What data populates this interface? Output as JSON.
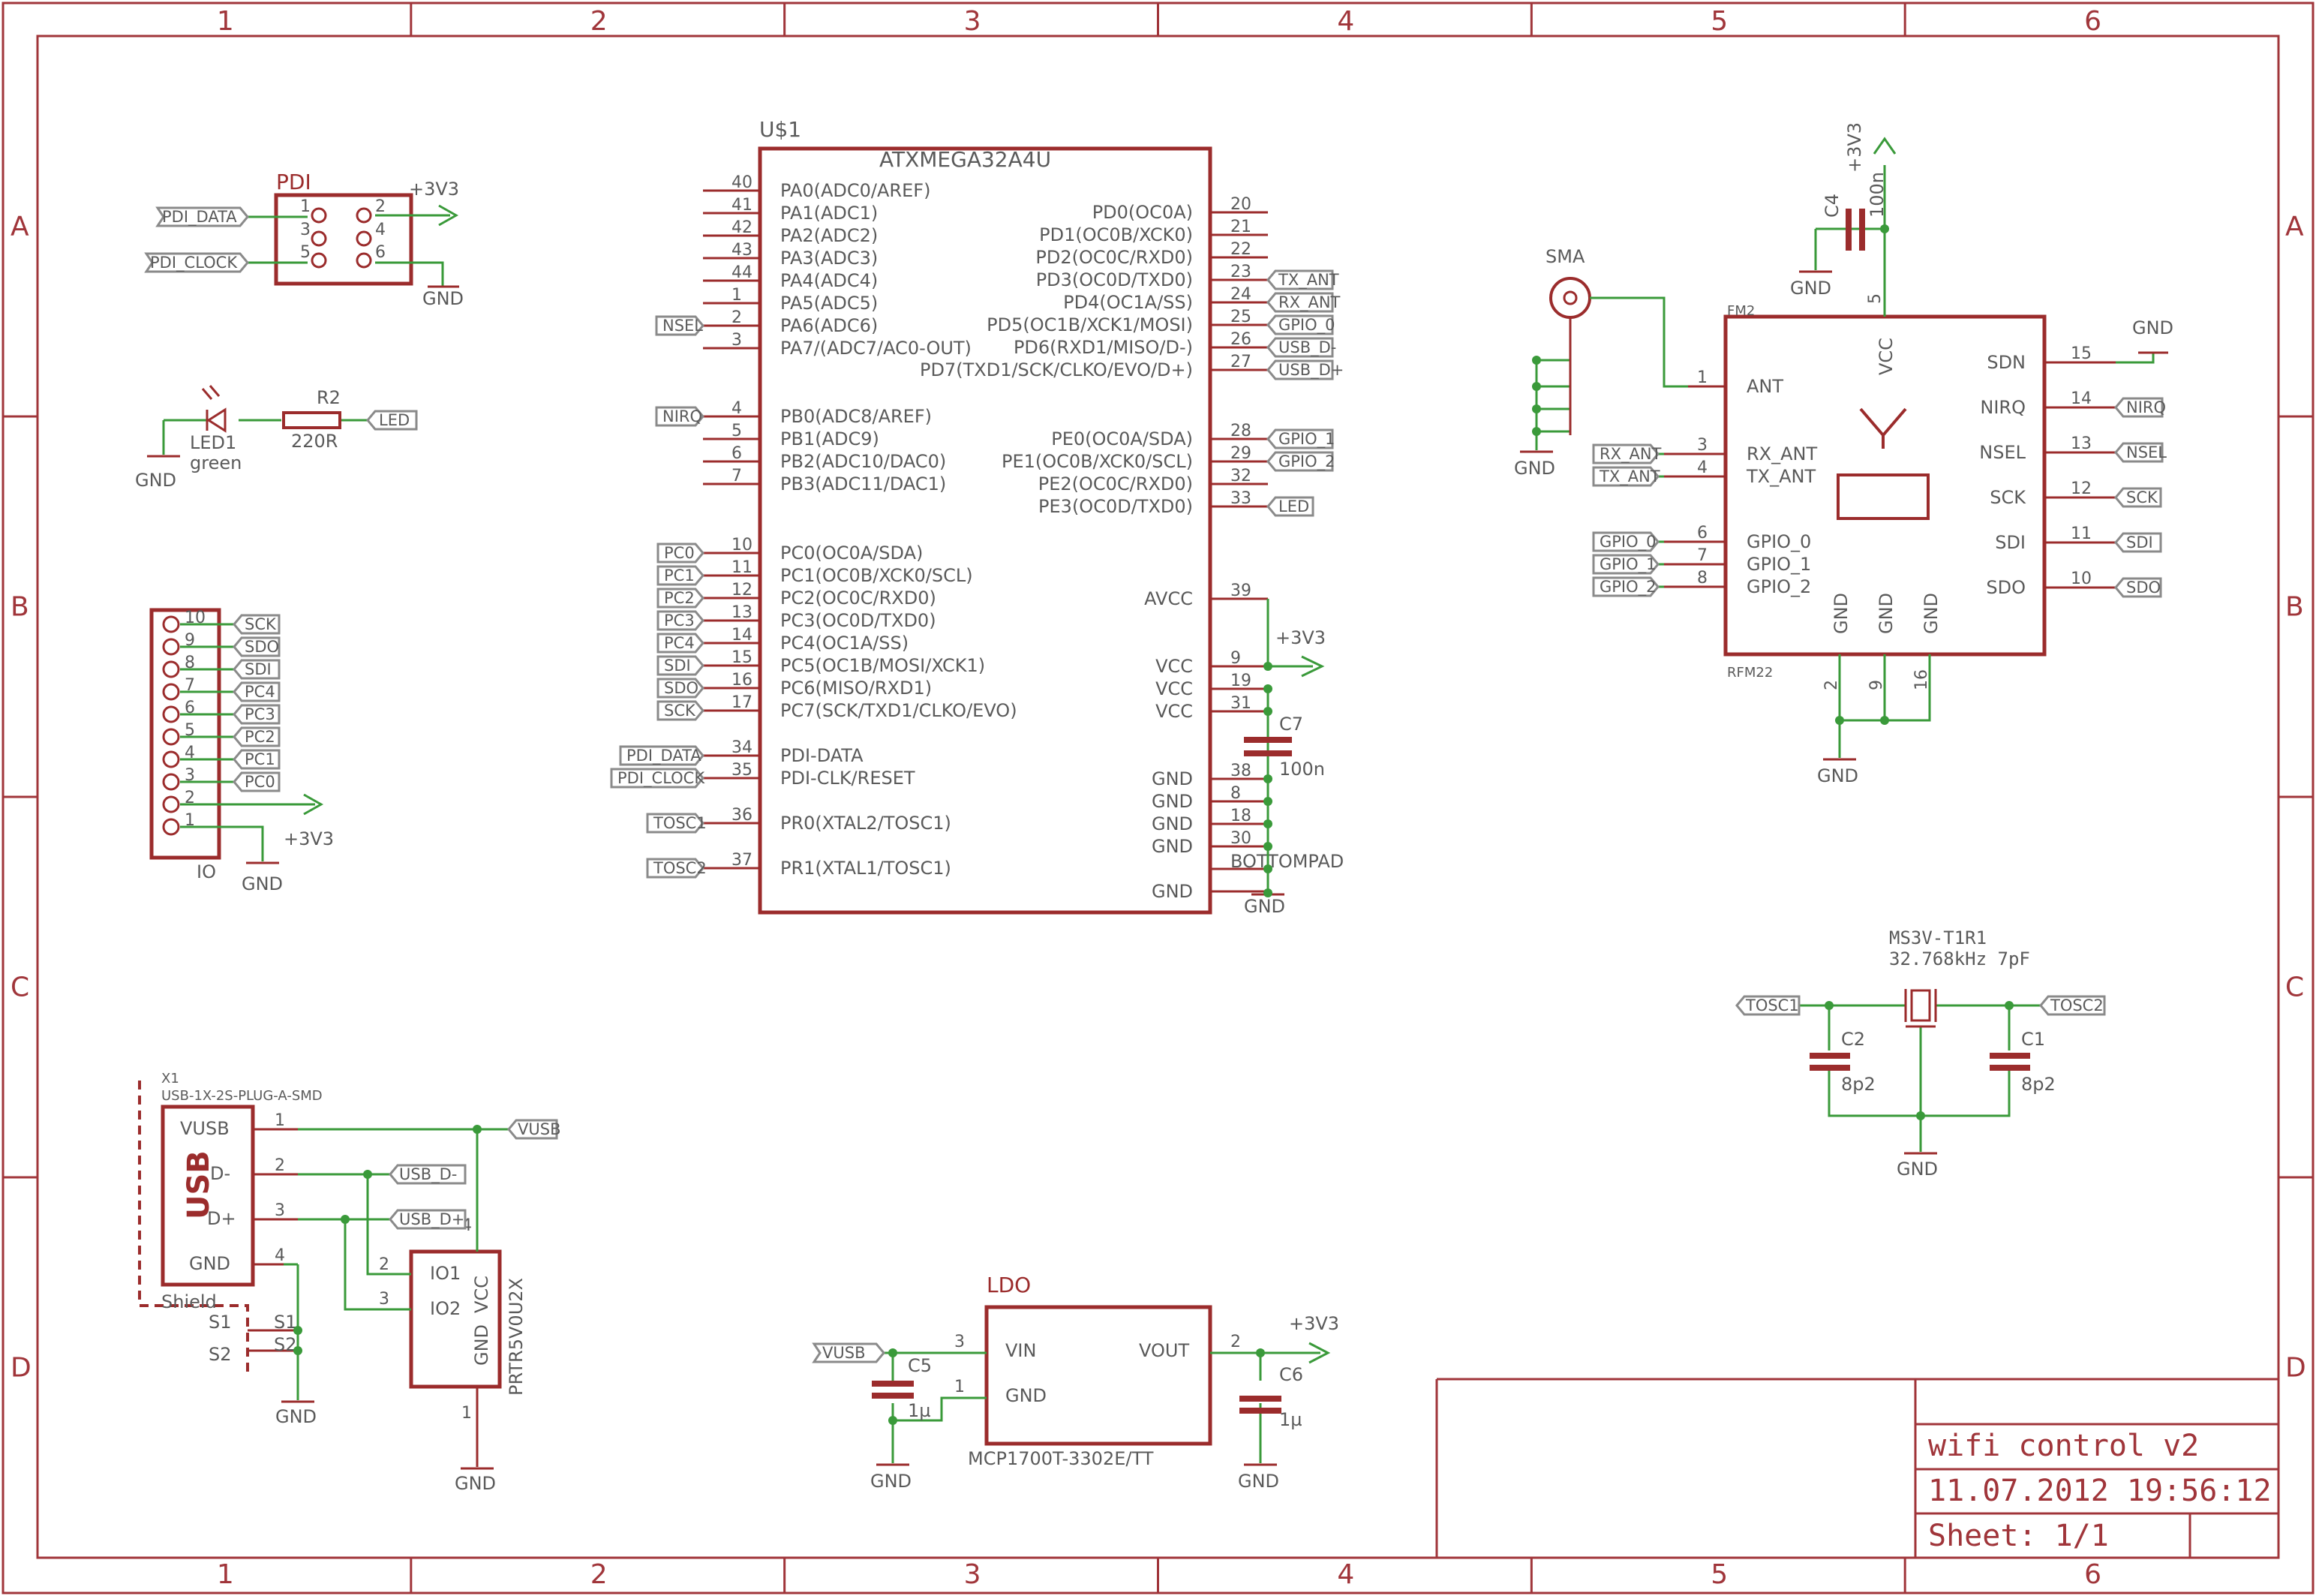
{
  "frame": {
    "columns": [
      "1",
      "2",
      "3",
      "4",
      "5",
      "6"
    ],
    "rows": [
      "A",
      "B",
      "C",
      "D"
    ]
  },
  "title_block": {
    "title": "wifi control v2",
    "date": "11.07.2012 19:56:12",
    "sheet": "Sheet: 1/1"
  },
  "mcu": {
    "ref": "U$1",
    "part": "ATXMEGA32A4U",
    "left": [
      [
        "40",
        "PA0(ADC0/AREF)"
      ],
      [
        "41",
        "PA1(ADC1)"
      ],
      [
        "42",
        "PA2(ADC2)"
      ],
      [
        "43",
        "PA3(ADC3)"
      ],
      [
        "44",
        "PA4(ADC4)"
      ],
      [
        "1",
        "PA5(ADC5)"
      ],
      [
        "2",
        "PA6(ADC6)"
      ],
      [
        "3",
        "PA7/(ADC7/AC0-OUT)"
      ],
      [
        "4",
        "PB0(ADC8/AREF)"
      ],
      [
        "5",
        "PB1(ADC9)"
      ],
      [
        "6",
        "PB2(ADC10/DAC0)"
      ],
      [
        "7",
        "PB3(ADC11/DAC1)"
      ],
      [
        "10",
        "PC0(OC0A/SDA)"
      ],
      [
        "11",
        "PC1(OC0B/XCK0/SCL)"
      ],
      [
        "12",
        "PC2(OC0C/RXD0)"
      ],
      [
        "13",
        "PC3(OC0D/TXD0)"
      ],
      [
        "14",
        "PC4(OC1A/SS)"
      ],
      [
        "15",
        "PC5(OC1B/MOSI/XCK1)"
      ],
      [
        "16",
        "PC6(MISO/RXD1)"
      ],
      [
        "17",
        "PC7(SCK/TXD1/CLKO/EVO)"
      ],
      [
        "34",
        "PDI-DATA"
      ],
      [
        "35",
        "PDI-CLK/RESET"
      ],
      [
        "36",
        "PR0(XTAL2/TOSC1)"
      ],
      [
        "37",
        "PR1(XTAL1/TOSC1)"
      ]
    ],
    "right": [
      [
        "20",
        "PD0(OC0A)"
      ],
      [
        "21",
        "PD1(OC0B/XCK0)"
      ],
      [
        "22",
        "PD2(OC0C/RXD0)"
      ],
      [
        "23",
        "PD3(OC0D/TXD0)"
      ],
      [
        "24",
        "PD4(OC1A/SS)"
      ],
      [
        "25",
        "PD5(OC1B/XCK1/MOSI)"
      ],
      [
        "26",
        "PD6(RXD1/MISO/D-)"
      ],
      [
        "27",
        "PD7(TXD1/SCK/CLKO/EVO/D+)"
      ],
      [
        "28",
        "PE0(OC0A/SDA)"
      ],
      [
        "29",
        "PE1(OC0B/XCK0/SCL)"
      ],
      [
        "32",
        "PE2(OC0C/RXD0)"
      ],
      [
        "33",
        "PE3(OC0D/TXD0)"
      ],
      [
        "39",
        "AVCC"
      ],
      [
        "9",
        "VCC"
      ],
      [
        "19",
        "VCC"
      ],
      [
        "31",
        "VCC"
      ],
      [
        "38",
        "GND"
      ],
      [
        "8",
        "GND"
      ],
      [
        "18",
        "GND"
      ],
      [
        "30",
        "GND"
      ],
      [
        "",
        "BOTTOMPAD"
      ],
      [
        "",
        "GND"
      ]
    ],
    "nets_left": [
      "NSEL",
      "NIRQ",
      "PC0",
      "PC1",
      "PC2",
      "PC3",
      "PC4",
      "SDI",
      "SDO",
      "SCK",
      "PDI_DATA",
      "PDI_CLOCK",
      "TOSC1",
      "TOSC2"
    ],
    "nets_right": [
      "TX_ANT",
      "RX_ANT",
      "GPIO_0",
      "USB_D-",
      "USB_D+",
      "GPIO_1",
      "GPIO_2",
      "LED"
    ]
  },
  "pdi": {
    "ref": "PDI",
    "pins": [
      "1",
      "2",
      "3",
      "4",
      "5",
      "6"
    ],
    "nets": [
      "PDI_DATA",
      "PDI_CLOCK"
    ],
    "supply": "+3V3",
    "gnd": "GND"
  },
  "led": {
    "ref": "LED1",
    "value": "green",
    "res_ref": "R2",
    "res_value": "220R",
    "net": "LED",
    "gnd": "GND"
  },
  "io": {
    "ref": "IO",
    "pins": [
      "10",
      "9",
      "8",
      "7",
      "6",
      "5",
      "4",
      "3",
      "2",
      "1"
    ],
    "nets": [
      "SCK",
      "SDO",
      "SDI",
      "PC4",
      "PC3",
      "PC2",
      "PC1",
      "PC0"
    ],
    "supply": "+3V3",
    "gnd": "GND"
  },
  "usb": {
    "ref": "X1",
    "part": "USB-1X-2S-PLUG-A-SMD",
    "logo": "USB",
    "pins": [
      "VUSB",
      "D-",
      "D+",
      "GND"
    ],
    "pin_numbers": [
      "1",
      "2",
      "3",
      "4"
    ],
    "shield": "Shield",
    "s1": "S1",
    "s2": "S2",
    "nets": [
      "VUSB",
      "USB_D-",
      "USB_D+"
    ],
    "gnd": "GND"
  },
  "esd": {
    "part": "PRTR5V0U2X",
    "pins": [
      "IO1",
      "IO2",
      "VCC",
      "GND"
    ],
    "pin_numbers": [
      "2",
      "3",
      "4",
      "1"
    ],
    "gnd": "GND"
  },
  "ldo": {
    "ref": "LDO",
    "part": "MCP1700T-3302E/TT",
    "pins": [
      "VIN",
      "GND",
      "VOUT"
    ],
    "pin_numbers": [
      "3",
      "1",
      "2"
    ],
    "net_in": "VUSB",
    "supply": "+3V3",
    "c_in_ref": "C5",
    "c_in_value": "1µ",
    "c_out_ref": "C6",
    "c_out_value": "1µ",
    "gnd": "GND"
  },
  "decoupling": {
    "ref": "C7",
    "value": "100n",
    "supply": "+3V3",
    "gnd": "GND"
  },
  "rfm": {
    "ref": "FM2",
    "part": "RFM22",
    "sma": "SMA",
    "left": [
      [
        "1",
        "ANT"
      ],
      [
        "3",
        "RX_ANT"
      ],
      [
        "4",
        "TX_ANT"
      ],
      [
        "6",
        "GPIO_0"
      ],
      [
        "7",
        "GPIO_1"
      ],
      [
        "8",
        "GPIO_2"
      ]
    ],
    "right": [
      [
        "15",
        "SDN"
      ],
      [
        "14",
        "NIRQ"
      ],
      [
        "13",
        "NSEL"
      ],
      [
        "12",
        "SCK"
      ],
      [
        "11",
        "SDI"
      ],
      [
        "10",
        "SDO"
      ]
    ],
    "top": [
      [
        "5",
        "VCC"
      ]
    ],
    "bottom": [
      [
        "2",
        "GND"
      ],
      [
        "9",
        "GND"
      ],
      [
        "16",
        "GND"
      ]
    ],
    "nets_left": [
      "RX_ANT",
      "TX_ANT",
      "GPIO_0",
      "GPIO_1",
      "GPIO_2"
    ],
    "nets_right": [
      "NIRQ",
      "NSEL",
      "SCK",
      "SDI",
      "SDO"
    ],
    "c4_ref": "C4",
    "c4_value": "100n",
    "supply": "+3V3",
    "gnd": "GND"
  },
  "crystal": {
    "part": "MS3V-T1R1",
    "value": "32.768kHz 7pF",
    "nets": [
      "TOSC1",
      "TOSC2"
    ],
    "c2_ref": "C2",
    "c2_value": "8p2",
    "c1_ref": "C1",
    "c1_value": "8p2",
    "gnd": "GND"
  }
}
